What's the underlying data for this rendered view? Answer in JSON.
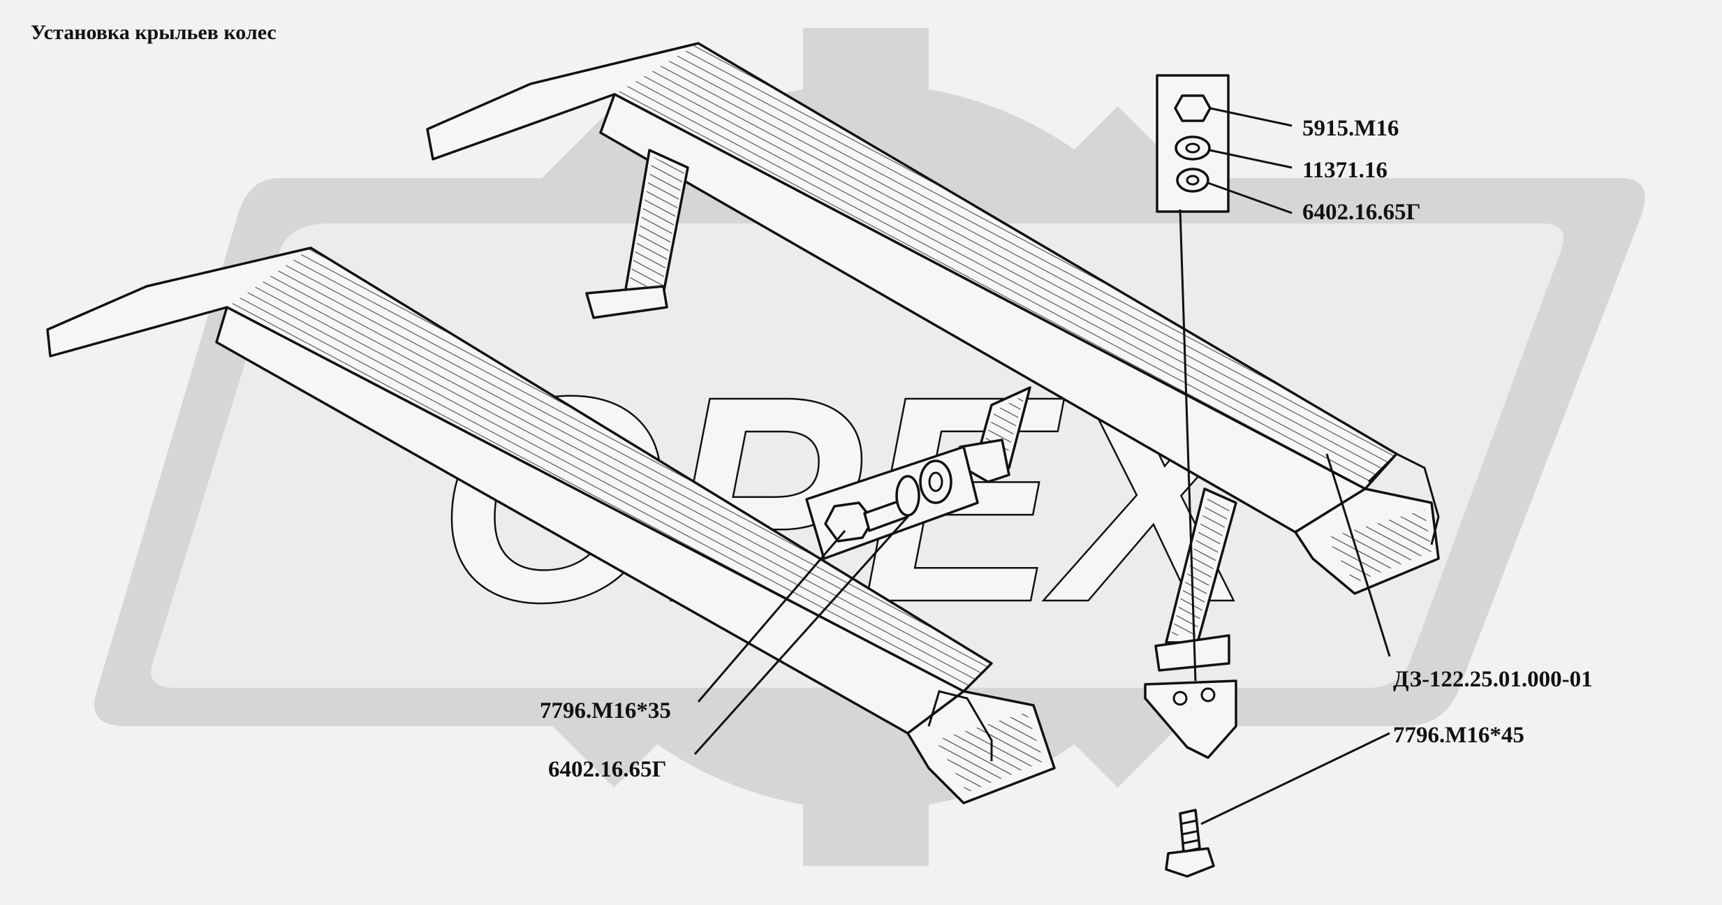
{
  "title": "Установка крыльев колес",
  "watermark": "OPEX",
  "callouts": {
    "nut": "5915.М16",
    "washer": "11371.16",
    "spring_washer_top": "6402.16.65Г",
    "fender_assembly": "ДЗ-122.25.01.000-01",
    "bolt_long": "7796.М16*45",
    "bolt_short": "7796.М16*35",
    "spring_washer_bottom": "6402.16.65Г"
  },
  "colors": {
    "background": "#f2f2f0",
    "watermark": "#d6d6d4",
    "ink": "#111111"
  }
}
